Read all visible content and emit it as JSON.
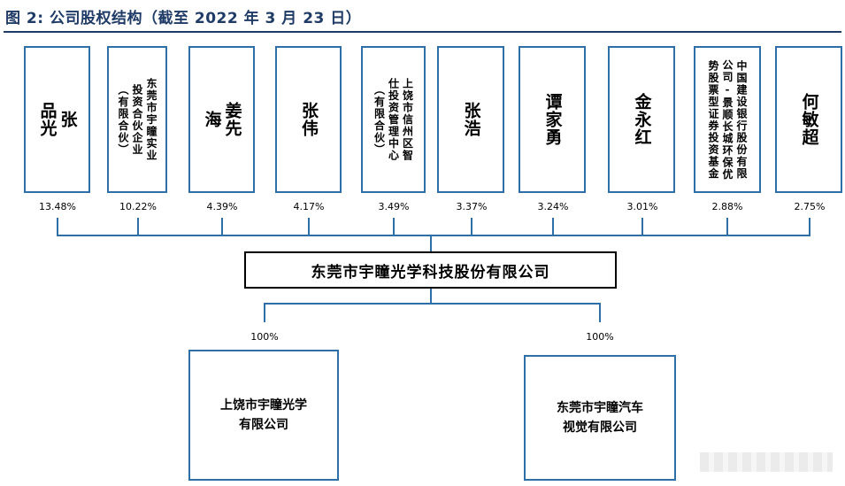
{
  "title": "图 2:  公司股权结构（截至 2022 年 3 月 23 日）",
  "shareholders": [
    {
      "columns": [
        "张",
        "品光"
      ],
      "style": "big",
      "pct": "13.48%"
    },
    {
      "columns": [
        "东莞市宇瞳实业",
        "投资合伙企业",
        "（有限合伙）"
      ],
      "style": "small",
      "pct": "10.22%"
    },
    {
      "columns": [
        "姜先",
        "海"
      ],
      "style": "big",
      "pct": "4.39%"
    },
    {
      "columns": [
        "张伟"
      ],
      "style": "big",
      "pct": "4.17%"
    },
    {
      "columns": [
        "上饶市信州区智",
        "仕投资管理中心",
        "（有限合伙）"
      ],
      "style": "small",
      "pct": "3.49%"
    },
    {
      "columns": [
        "张浩"
      ],
      "style": "big",
      "pct": "3.37%"
    },
    {
      "columns": [
        "谭家勇"
      ],
      "style": "big",
      "pct": "3.24%"
    },
    {
      "columns": [
        "金永红"
      ],
      "style": "big",
      "pct": "3.01%"
    },
    {
      "columns": [
        "中国建设银行股份有限",
        "公司-景顺长城环保优",
        "势股票型证券投资基金"
      ],
      "style": "small",
      "pct": "2.88%"
    },
    {
      "columns": [
        "何敏超"
      ],
      "style": "big",
      "pct": "2.75%"
    }
  ],
  "company": "东莞市宇瞳光学科技股份有限公司",
  "subsidiaries": [
    {
      "pct": "100%",
      "lines": [
        "上饶市宇瞳光学",
        "有限公司"
      ]
    },
    {
      "pct": "100%",
      "lines": [
        "东莞市宇瞳汽车",
        "视觉有限公司"
      ]
    }
  ]
}
